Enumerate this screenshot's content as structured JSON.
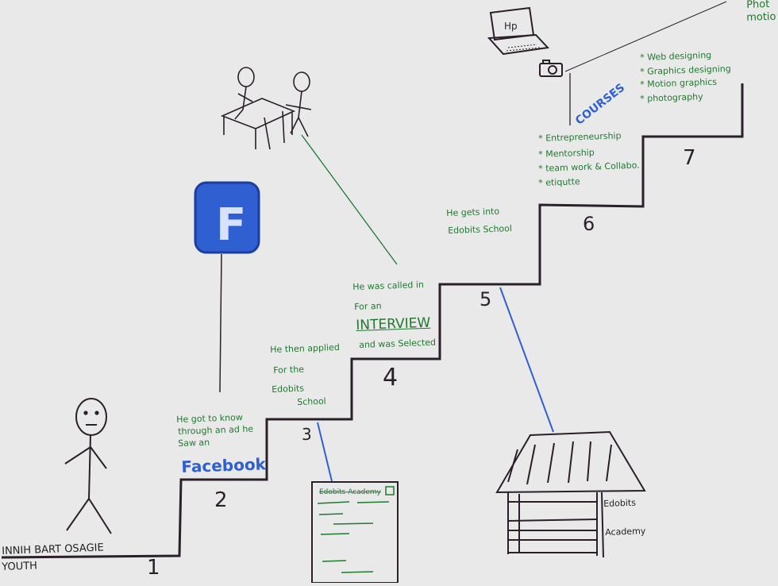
{
  "colors": {
    "paper": "#e9e9ea",
    "marker_black": "#2b1f2a",
    "marker_green": "#1f7a2e",
    "marker_blue": "#2f5fd0"
  },
  "name": {
    "line1": "INNIH BART OSAGIE",
    "line2": "YOUTH"
  },
  "steps": [
    {
      "number": "1"
    },
    {
      "number": "2",
      "caption": [
        "He got to know",
        "through an ad he",
        "Saw an"
      ],
      "highlight": "Facebook"
    },
    {
      "number": "3",
      "caption": [
        "He then applied",
        "For the",
        "Edobits",
        "School"
      ]
    },
    {
      "number": "4",
      "caption": [
        "He was called in",
        "For an"
      ],
      "highlight": "INTERVIEW",
      "caption_after": "and was Selected"
    },
    {
      "number": "5",
      "caption": [
        "He gets into",
        "Edobits School"
      ]
    },
    {
      "number": "6",
      "list": [
        "Entrepreneurship",
        "Mentorship",
        "team work & Collabo.",
        "etiqutte"
      ]
    },
    {
      "number": "7"
    }
  ],
  "courses": {
    "label": "COURSES",
    "items": [
      "Web designing",
      "Graphics designing",
      "Motion graphics",
      "photography"
    ]
  },
  "top_right_fragment": [
    "Phot",
    "motio"
  ],
  "laptop_brand": "Hp",
  "facebook_logo_letter": "F",
  "form_title": "Edobits Academy",
  "building_sign": [
    "Edobits",
    "Academy"
  ],
  "icons": [
    "stick-figure",
    "facebook-logo",
    "two-people-at-desk",
    "laptop",
    "camera",
    "application-form",
    "school-building"
  ]
}
